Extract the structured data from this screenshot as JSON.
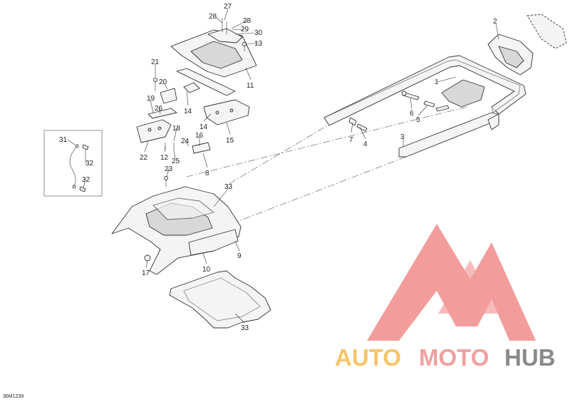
{
  "diagram": {
    "reference_code": "36M1239",
    "callouts": [
      "1",
      "2",
      "3",
      "4",
      "5",
      "6",
      "7",
      "8",
      "9",
      "10",
      "11",
      "12",
      "13",
      "14",
      "14",
      "15",
      "16",
      "17",
      "18",
      "19",
      "20",
      "21",
      "22",
      "23",
      "24",
      "25",
      "26",
      "27",
      "28",
      "28",
      "29",
      "30",
      "31",
      "32",
      "32",
      "33",
      "33"
    ]
  },
  "watermark": {
    "part1": "AUTO",
    "part2": "MOTO",
    "part3": "HUB",
    "colors": {
      "auto": "#f7c46a",
      "moto": "#f0a0a0",
      "hub": "#8a8a8a",
      "logo": "#f28b8b"
    }
  }
}
